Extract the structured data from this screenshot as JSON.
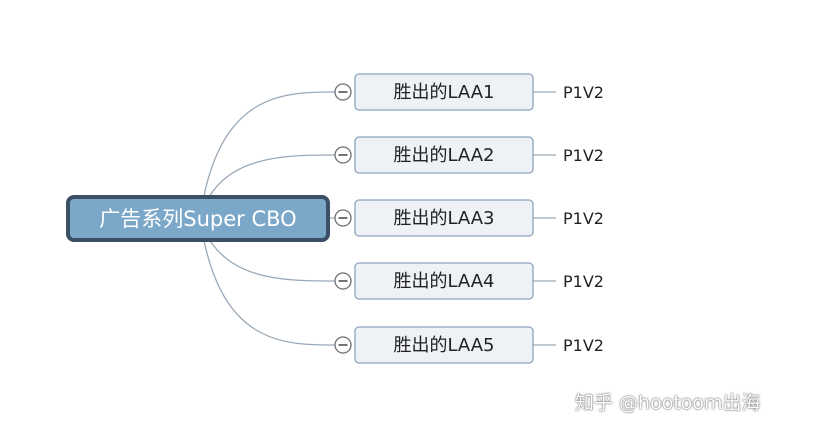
{
  "root": {
    "label": "广告系列Super CBO"
  },
  "branches": [
    {
      "label": "胜出的LAA1",
      "child": "P1V2"
    },
    {
      "label": "胜出的LAA2",
      "child": "P1V2"
    },
    {
      "label": "胜出的LAA3",
      "child": "P1V2"
    },
    {
      "label": "胜出的LAA4",
      "child": "P1V2"
    },
    {
      "label": "胜出的LAA5",
      "child": "P1V2"
    }
  ],
  "collapse_icon": "minus-circle-icon",
  "watermark": "知乎 @hootoom出海",
  "colors": {
    "root_fill": "#7ba7c9",
    "root_border": "#3b4f66",
    "node_fill": "#eef1f5",
    "node_border": "#8ca4bd",
    "connector": "#9aa9b8"
  }
}
